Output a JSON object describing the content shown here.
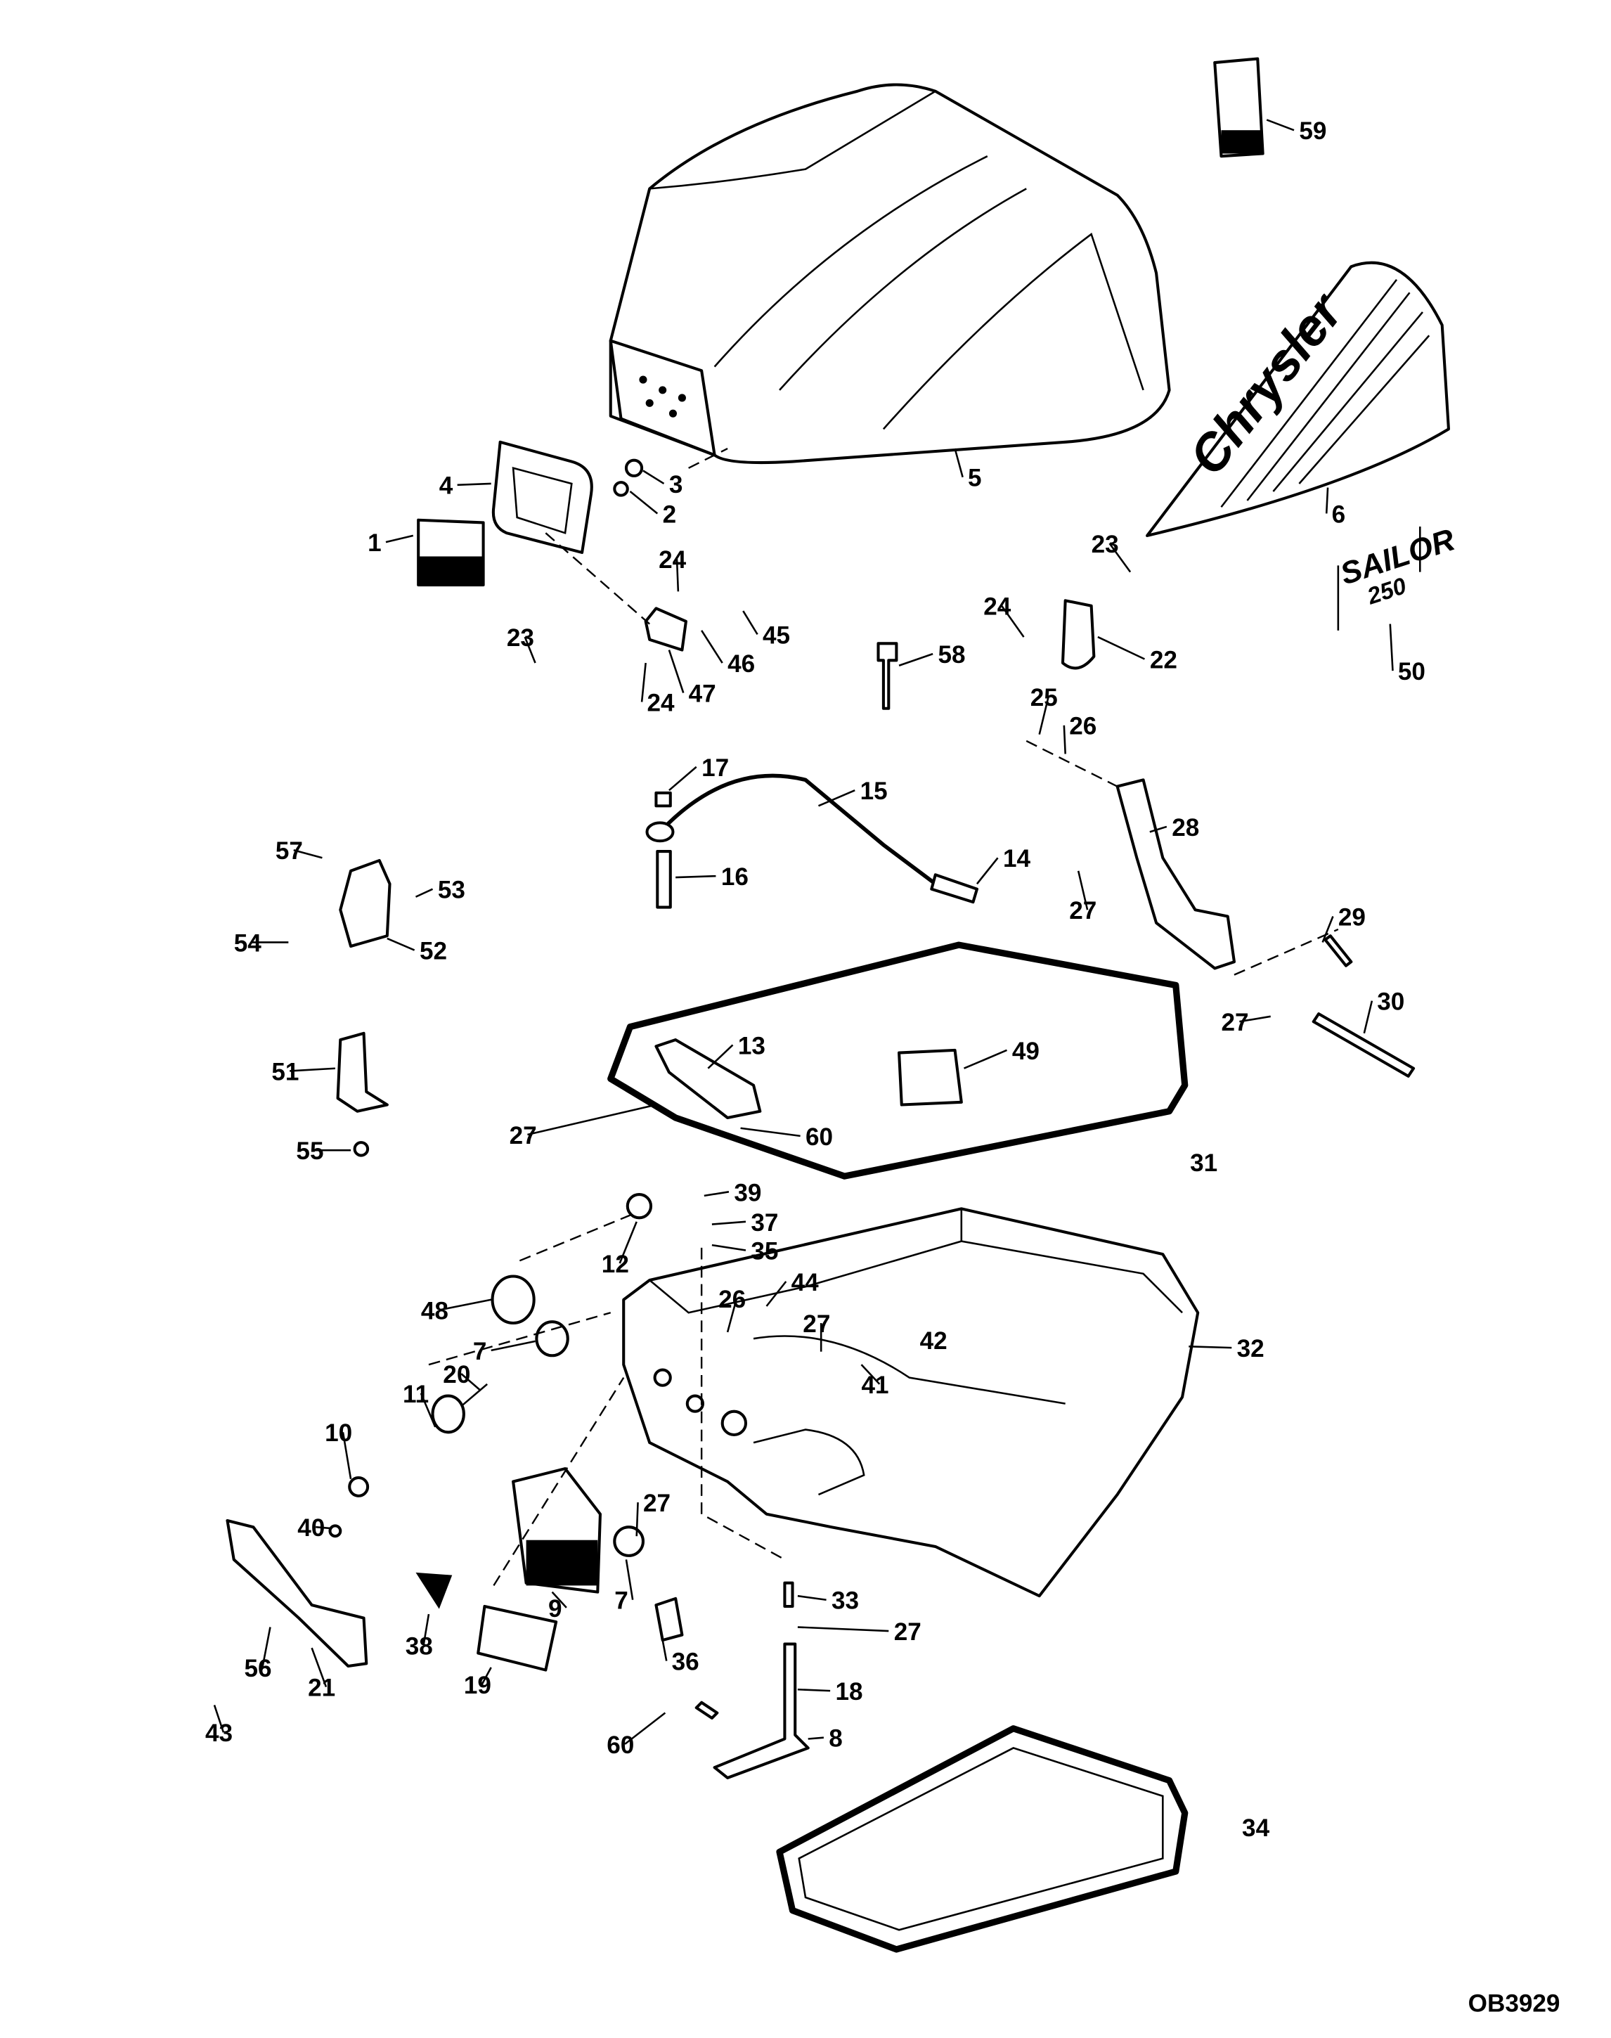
{
  "diagram": {
    "drawing_number": "OB3929",
    "decal_logo": {
      "brand": "Chrysler",
      "model": "SAILOR",
      "model_number": "250"
    },
    "callouts": [
      "59",
      "5",
      "6",
      "3",
      "2",
      "4",
      "1",
      "23",
      "24",
      "45",
      "46",
      "24",
      "47",
      "23",
      "24",
      "22",
      "58",
      "50",
      "25",
      "26",
      "17",
      "15",
      "28",
      "57",
      "53",
      "14",
      "16",
      "27",
      "54",
      "52",
      "29",
      "13",
      "49",
      "30",
      "27",
      "51",
      "27",
      "60",
      "31",
      "55",
      "39",
      "37",
      "35",
      "12",
      "44",
      "48",
      "26",
      "7",
      "27",
      "42",
      "32",
      "41",
      "20",
      "11",
      "10",
      "27",
      "40",
      "7",
      "9",
      "33",
      "27",
      "56",
      "21",
      "38",
      "36",
      "19",
      "18",
      "43",
      "60",
      "8",
      "34"
    ]
  }
}
